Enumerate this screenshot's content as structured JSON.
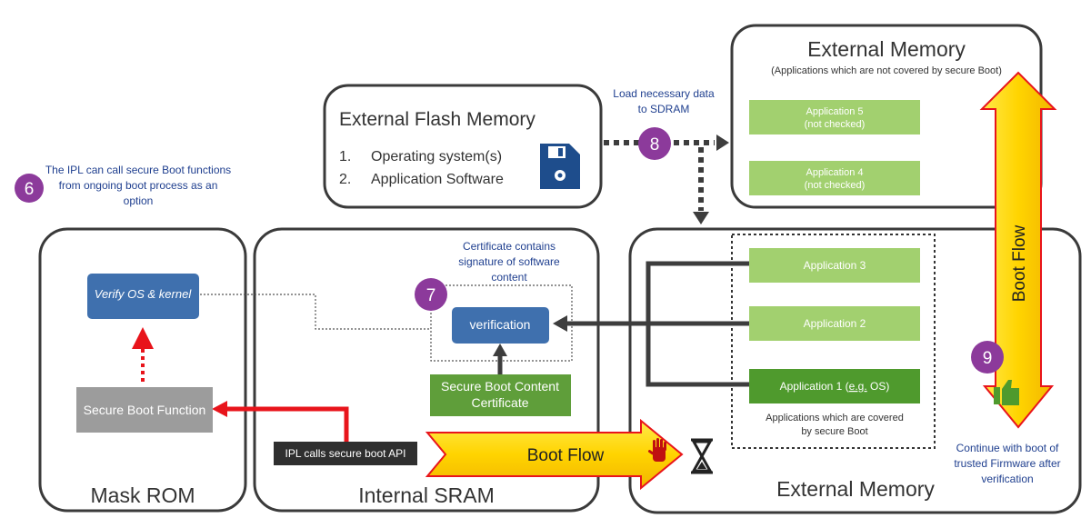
{
  "colors": {
    "app_light_green": "#a2d06f",
    "app_dark_green": "#4f9a2d",
    "cert_green": "#5f9e3a",
    "verify_blue": "#3f70ae",
    "badge_purple": "#8c3a9b",
    "caption_blue": "#1f3f8f",
    "flow_yellow": "#ffd800",
    "flow_red": "#e8141b",
    "gray_box": "#9c9c9c",
    "dark_box": "#2f2f2f",
    "floppy_blue": "#1e4d8c"
  },
  "containers": {
    "mask_rom": "Mask ROM",
    "internal_sram": "Internal SRAM",
    "external_memory_bottom": "External Memory",
    "external_memory_top": "External Memory",
    "external_memory_top_sub": "(Applications which are not covered by secure Boot)",
    "flash_title": "External Flash Memory",
    "flash_items": [
      "Operating system(s)",
      "Application Software"
    ],
    "flash_numbers": [
      "1.",
      "2."
    ]
  },
  "boxes": {
    "verify_os": "Verify OS & kernel",
    "secure_boot_function": "Secure Boot Function",
    "ipl_calls": "IPL calls secure boot API",
    "verification": "verification",
    "cert_line1": "Secure Boot Content",
    "cert_line2": "Certificate",
    "app5_line1": "Application 5",
    "app5_line2": "(not checked)",
    "app4_line1": "Application 4",
    "app4_line2": "(not checked)",
    "app3": "Application 3",
    "app2": "Application 2",
    "app1_prefix": "Application 1 (",
    "app1_link": "e.g.",
    "app1_suffix": " OS)",
    "covered_line1": "Applications which are covered",
    "covered_line2": "by secure Boot"
  },
  "badges": {
    "b6": "6",
    "b7": "7",
    "b8": "8",
    "b9": "9"
  },
  "captions": {
    "ipl_1": "The IPL can call secure Boot functions",
    "ipl_2": "from ongoing boot process as an",
    "ipl_3": "option",
    "cert_1": "Certificate contains",
    "cert_2": "signature of software",
    "cert_3": "content",
    "load_1": "Load necessary data",
    "load_2": "to SDRAM",
    "cont_1": "Continue with boot of",
    "cont_2": "trusted Firmware after",
    "cont_3": "verification"
  },
  "flows": {
    "horizontal": "Boot Flow",
    "vertical": "Boot Flow"
  },
  "icons": [
    "floppy-disk-icon",
    "stop-hand-icon",
    "hourglass-icon",
    "thumbs-up-icon"
  ]
}
